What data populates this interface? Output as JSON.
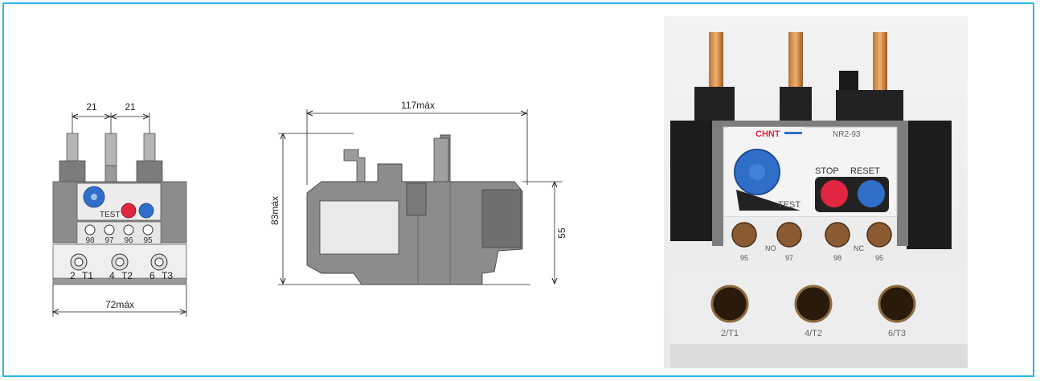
{
  "front_view": {
    "dim_pitch_left": "21",
    "dim_pitch_right": "21",
    "dim_width": "72máx",
    "aux_terminals": [
      "98",
      "97",
      "96",
      "95"
    ],
    "main_terminals": [
      "2",
      "T1",
      "4",
      "T2",
      "6",
      "T3"
    ],
    "test_label": "TEST"
  },
  "side_view": {
    "dim_length": "117máx",
    "dim_height": "83máx",
    "dim_height_terminal": "55"
  },
  "photo": {
    "brand": "CHNT",
    "model": "NR2-93",
    "stop_label": "STOP",
    "reset_label": "RESET",
    "test_label": "TEST",
    "aux_terminals": [
      "95",
      "97",
      "98",
      "95"
    ],
    "no_label": "NO",
    "nc_label": "NC",
    "main_terminals": [
      "2/T1",
      "4/T2",
      "6/T3"
    ]
  },
  "colors": {
    "frame_border": "#29b6e8",
    "body_gray": "#8c8c8c",
    "dial_blue": "#2f6fc9",
    "stop_red": "#e02640"
  }
}
